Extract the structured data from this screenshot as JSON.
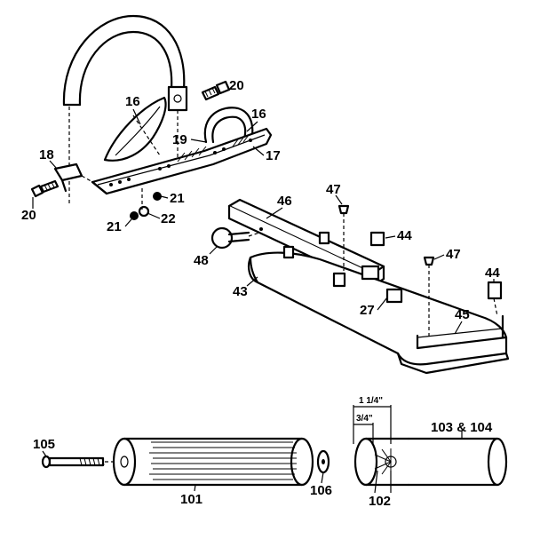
{
  "labels": {
    "l20a": "20",
    "l20b": "20",
    "l16a": "16",
    "l16b": "16",
    "l18": "18",
    "l19": "19",
    "l17": "17",
    "l21a": "21",
    "l21b": "21",
    "l22": "22",
    "l47a": "47",
    "l47b": "47",
    "l46": "46",
    "l44a": "44",
    "l44b": "44",
    "l48": "48",
    "l43": "43",
    "l27": "27",
    "l45": "45",
    "l105": "105",
    "l101": "101",
    "l106": "106",
    "l102": "102",
    "l103": "103 & 104",
    "d1": "1 1/4\"",
    "d2": "3/4\""
  }
}
